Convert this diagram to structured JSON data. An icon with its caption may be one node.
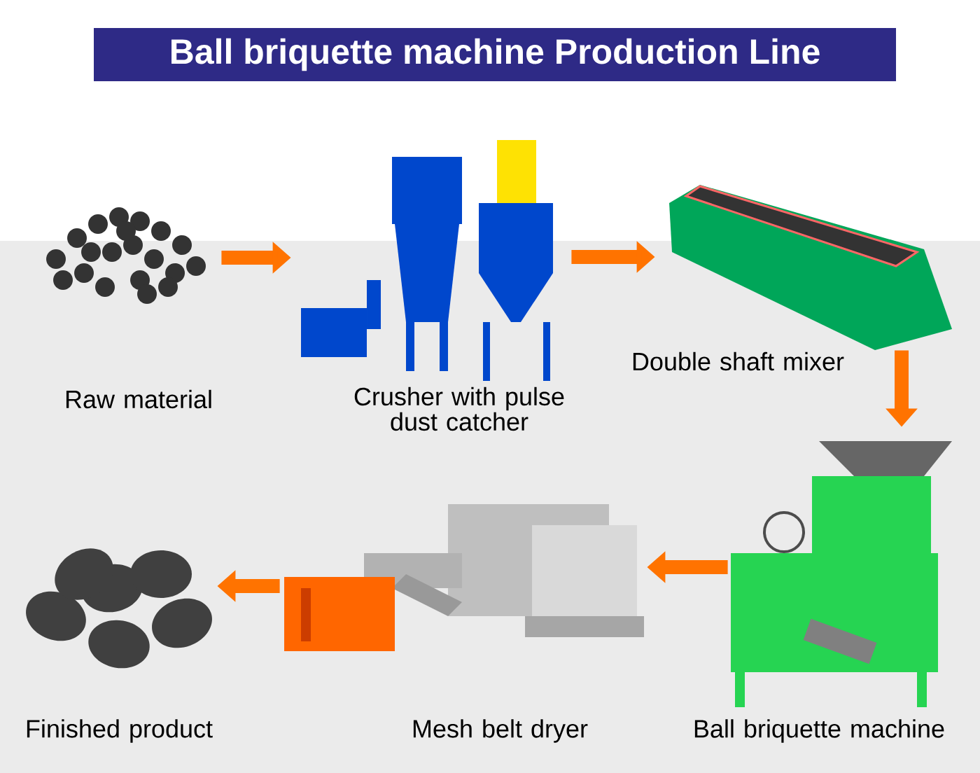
{
  "diagram": {
    "title": "Ball briquette machine  Production Line",
    "nodes": [
      {
        "text": [
          "Raw material"
        ]
      },
      {
        "text": [
          "Crusher with pulse dust catcher"
        ]
      },
      {
        "text": [
          "Double shaft mixer"
        ]
      },
      {
        "text": [
          "Ball briquette machine"
        ]
      },
      {
        "text": [
          "Mesh belt dryer"
        ]
      },
      {
        "text": [
          "Finished product"
        ]
      }
    ],
    "edges": [
      {
        "from": 0,
        "to": 1,
        "arrow": "to"
      },
      {
        "from": 1,
        "to": 2,
        "arrow": "to"
      },
      {
        "from": 2,
        "to": 3,
        "arrow": "to"
      },
      {
        "from": 3,
        "to": 4,
        "arrow": "to"
      },
      {
        "from": 4,
        "to": 5,
        "arrow": "to"
      }
    ]
  }
}
